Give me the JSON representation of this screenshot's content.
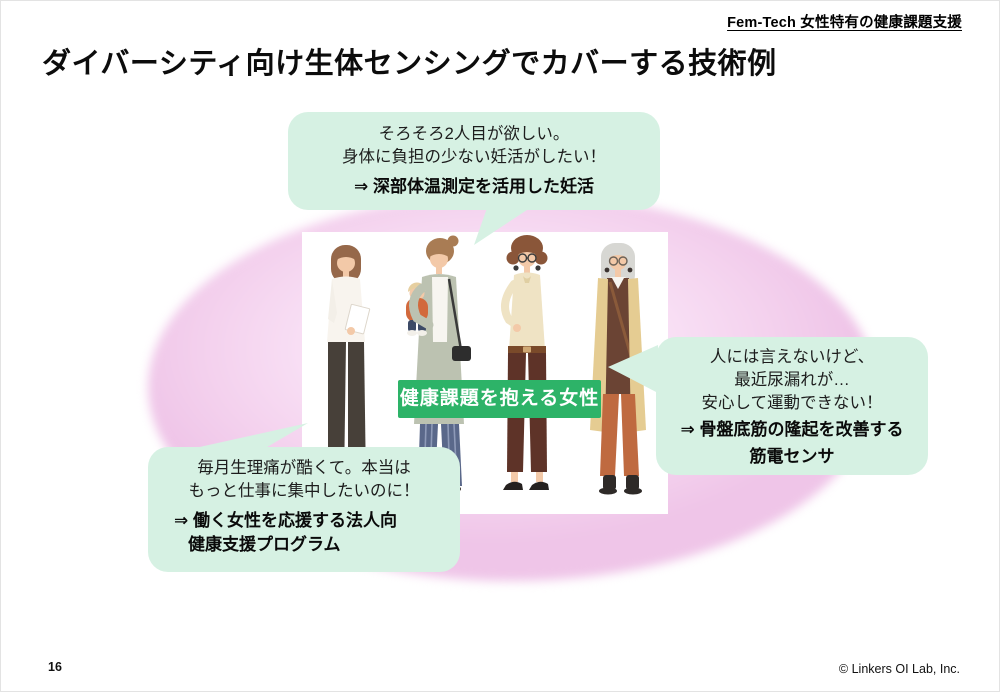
{
  "header": {
    "tag_label": "Fem-Tech 女性特有の健康課題支援"
  },
  "title": "ダイバーシティ向け生体センシングでカバーする技術例",
  "bubbles": {
    "fertility": {
      "line1": "そろそろ2人目が欲しい。",
      "line2": "身体に負担の少ない妊活がしたい！",
      "solution": "⇒ 深部体温測定を活用した妊活"
    },
    "incontinence": {
      "line1": "人には言えないけど、",
      "line2": "最近尿漏れが…",
      "line3": "安心して運動できない！",
      "solution1": "⇒ 骨盤底筋の隆起を改善する",
      "solution2": "筋電センサ"
    },
    "menstrual": {
      "line1": "毎月生理痛が酷くて。本当は",
      "line2": "もっと仕事に集中したいのに！",
      "solution1": "⇒ 働く女性を応援する法人向",
      "solution2": "健康支援プログラム"
    }
  },
  "center_label": "健康課題を抱える女性",
  "illustration": {
    "figures": [
      {
        "icon": "woman-with-document-icon"
      },
      {
        "icon": "mother-holding-baby-icon"
      },
      {
        "icon": "woman-with-glasses-icon"
      },
      {
        "icon": "senior-woman-icon"
      }
    ]
  },
  "footer": {
    "page_number": "16",
    "copyright": "© Linkers OI Lab, Inc."
  },
  "colors": {
    "accent_green": "#2db368",
    "bubble_mint": "#d6f1e3",
    "ellipse_pink": "#f3cfed"
  }
}
